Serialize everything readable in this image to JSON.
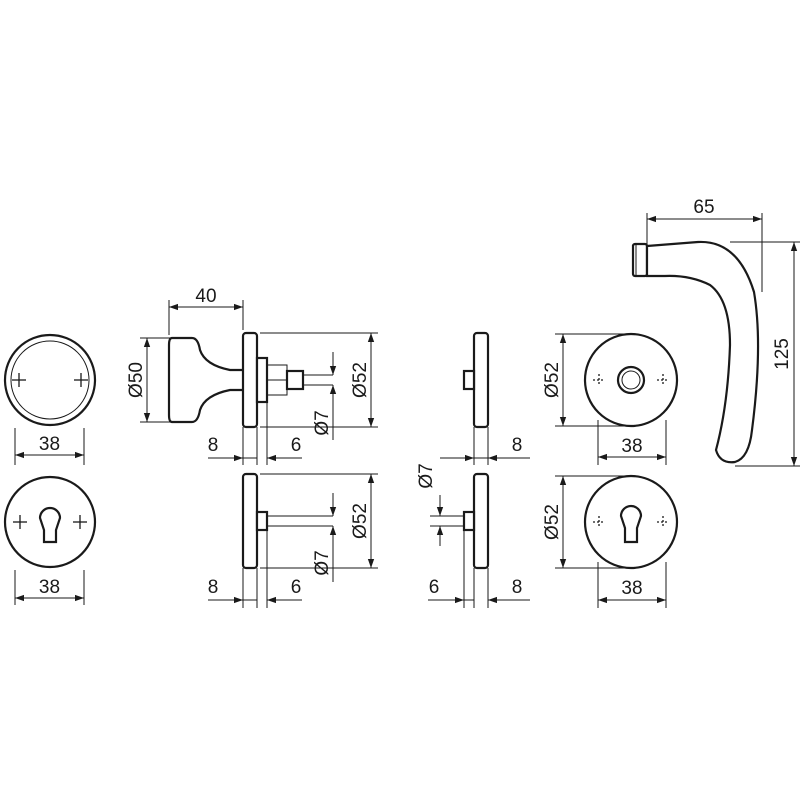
{
  "line_color": "#1a1a1a",
  "background": "#ffffff",
  "labels": {
    "rose_width": "38",
    "keyrose_width": "38",
    "knob_length": "40",
    "knob_diameter": "Ø50",
    "knob_rose_diameter": "Ø52",
    "knob_spindle_diameter": "Ø7",
    "knob_rose_thickness": "8",
    "knob_gap": "6",
    "lower_rose_diameter": "Ø52",
    "lower_spindle_diameter": "Ø7",
    "lower_rose_thickness": "8",
    "lower_gap": "6",
    "mid_rose_thickness": "8",
    "mid_spindle_diameter": "Ø7",
    "mid_gap": "6",
    "mid_lower_thickness": "8",
    "right_rose_diameter": "Ø52",
    "right_rose_width": "38",
    "right_keyrose_diameter": "Ø52",
    "right_keyrose_width": "38",
    "lever_length": "65",
    "lever_height": "125"
  }
}
